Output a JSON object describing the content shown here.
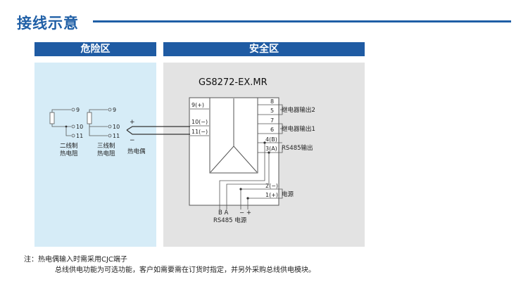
{
  "title": "接线示意",
  "zones": {
    "danger_label": "危险区",
    "safe_label": "安全区"
  },
  "model": "GS8272-EX.MR",
  "left_terminals": {
    "t9": "9(+)",
    "t10": "10(−)",
    "t11": "11(−)"
  },
  "right_terminals": {
    "t8": "8",
    "t5": "5",
    "t7": "7",
    "t6": "6",
    "t4": "4(B)",
    "t3": "3(A)",
    "t2": "2(−)",
    "t1": "1(+)"
  },
  "outputs": {
    "relay2": "继电器输出2",
    "relay1": "继电器输出1",
    "rs485": "RS485输出",
    "power": "电源"
  },
  "bottom": {
    "ba": "B A",
    "pm": "− +",
    "label": "RS485 电源"
  },
  "sensors": {
    "two_wire": {
      "pins": [
        "9",
        "10",
        "11"
      ],
      "label_line1": "二线制",
      "label_line2": "热电阻"
    },
    "three_wire": {
      "pins": [
        "9",
        "10",
        "11"
      ],
      "label_line1": "三线制",
      "label_line2": "热电阻"
    },
    "thermocouple": {
      "plus": "+",
      "minus": "−",
      "label": "热电偶"
    }
  },
  "notes": {
    "line1": "注：热电偶输入时需采用CJC端子",
    "line2": "总线供电功能为可选功能，客户如需要需在订货时指定，并另外采购总线供电模块。"
  },
  "colors": {
    "brand_blue": "#1f5fa6",
    "danger_zone": "#d6ecf7",
    "safe_zone": "#e3e3e3"
  }
}
